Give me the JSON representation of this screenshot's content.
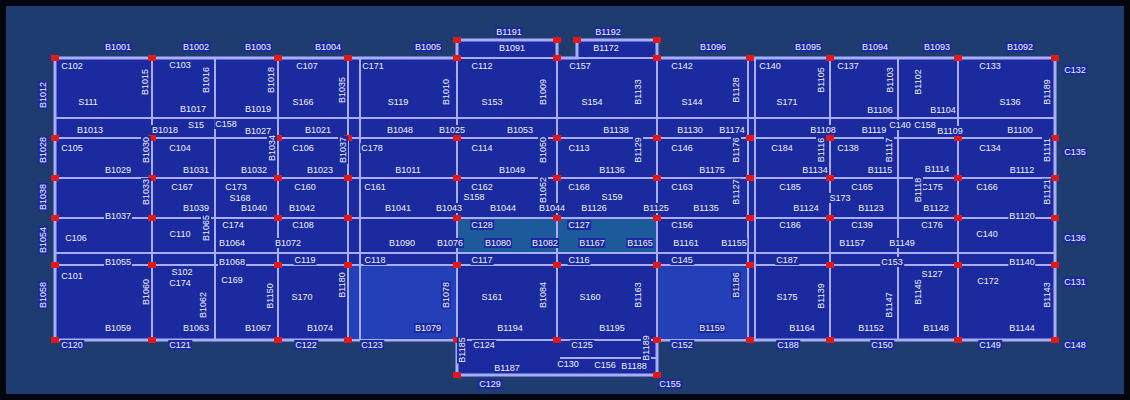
{
  "diagram": {
    "labels": [
      "B1001",
      "B1002",
      "B1003",
      "B1004",
      "B1005",
      "B1191",
      "B1192",
      "B1091",
      "B1172",
      "B1096",
      "B1095",
      "B1094",
      "B1093",
      "B1092",
      "C102",
      "C103",
      "C107",
      "C171",
      "C112",
      "C157",
      "C142",
      "C140",
      "C137",
      "C133",
      "C132",
      "B1012",
      "B1015",
      "B1016",
      "B1018",
      "B1035",
      "B1010",
      "B1009",
      "B1133",
      "B1128",
      "B1105",
      "B1103",
      "B1102",
      "B1189",
      "S111",
      "S166",
      "S119",
      "S153",
      "S154",
      "S144",
      "S171",
      "S136",
      "B1017",
      "B1019",
      "B1106",
      "B1104",
      "B1013",
      "B1018",
      "S15",
      "C158",
      "B1027",
      "B1021",
      "B1048",
      "B1025",
      "B1053",
      "B1138",
      "B1130",
      "B1174",
      "B1108",
      "B1119",
      "C140",
      "C158",
      "B1109",
      "B1100",
      "C105",
      "C104",
      "C106",
      "C178",
      "C114",
      "C113",
      "C146",
      "C184",
      "C138",
      "C134",
      "C135",
      "B1028",
      "B1030",
      "B1034",
      "B1037",
      "B1050",
      "B1129",
      "B1176",
      "B1116",
      "B1117",
      "B1111",
      "B1029",
      "B1031",
      "B1032",
      "B1023",
      "B1011",
      "B1049",
      "B1136",
      "B1175",
      "B1134",
      "B1115",
      "B1114",
      "B1112",
      "C167",
      "C173",
      "C160",
      "C161",
      "C162",
      "C168",
      "C163",
      "C185",
      "C165",
      "C175",
      "C166",
      "B1038",
      "B1033",
      "B1052",
      "B1127",
      "B1118",
      "B1121",
      "S168",
      "S158",
      "S159",
      "S173",
      "B1039",
      "B1040",
      "B1042",
      "B1041",
      "B1043",
      "B1044",
      "B1044",
      "B1126",
      "B1125",
      "B1135",
      "B1124",
      "B1123",
      "B1122",
      "B1120",
      "B1037",
      "C106",
      "C110",
      "C174",
      "C108",
      "C128",
      "C127",
      "C156",
      "C186",
      "C139",
      "C176",
      "C140",
      "C136",
      "B1054",
      "B1065",
      "B1064",
      "B1072",
      "B1090",
      "B1076",
      "B1080",
      "B1082",
      "B1167",
      "B1165",
      "B1161",
      "B1155",
      "B1157",
      "B1149",
      "B1055",
      "B1068",
      "C119",
      "C118",
      "C117",
      "C116",
      "C145",
      "C187",
      "C153",
      "B1140",
      "C101",
      "S102",
      "C174",
      "C169",
      "S127",
      "C172",
      "C131",
      "B1058",
      "B1060",
      "B1062",
      "B1150",
      "B1180",
      "B1078",
      "B1084",
      "B1163",
      "B1186",
      "B1139",
      "B1147",
      "B1145",
      "B1143",
      "S170",
      "S161",
      "S160",
      "S175",
      "B1059",
      "B1063",
      "B1067",
      "B1074",
      "B1079",
      "B1194",
      "B1195",
      "B1159",
      "B1164",
      "B1152",
      "B1148",
      "B1144",
      "C120",
      "C121",
      "C122",
      "C123",
      "C124",
      "C125",
      "C152",
      "C188",
      "C150",
      "C149",
      "C148",
      "B1185",
      "B1187",
      "C130",
      "C156",
      "B1188",
      "B1189",
      "C129",
      "C155"
    ]
  }
}
